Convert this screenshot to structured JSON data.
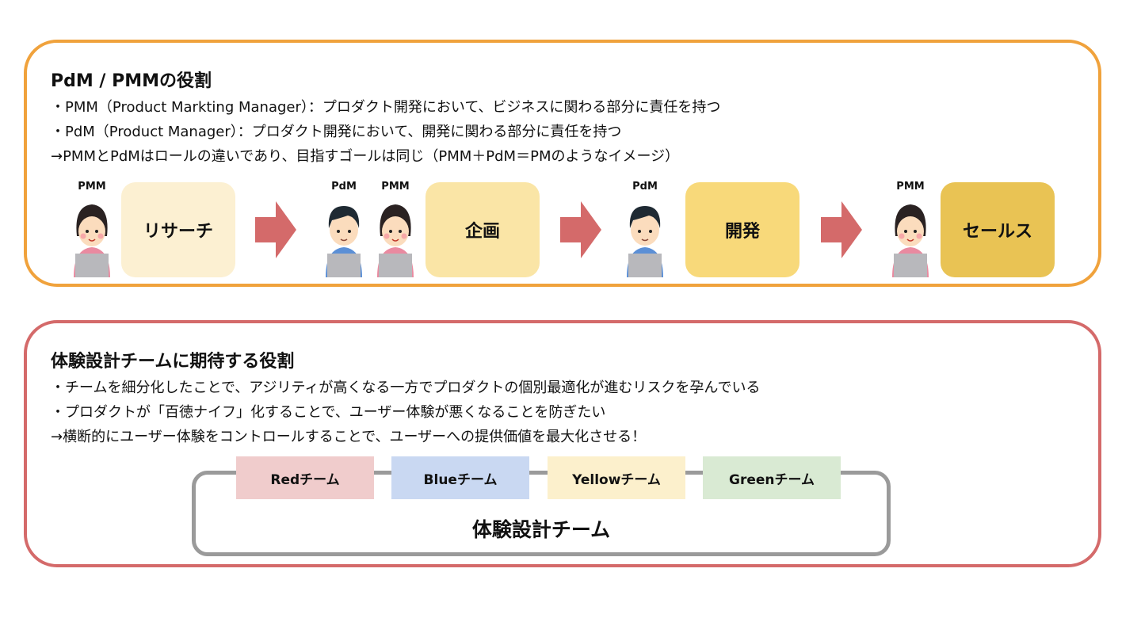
{
  "section1": {
    "title": "PdM / PMMの役割",
    "lines": [
      "・PMM（Product Markting Manager）：プロダクト開発において、ビジネスに関わる部分に責任を持つ",
      "・PdM（Product Manager）：プロダクト開発において、開発に関わる部分に責任を持つ",
      "→PMMとPdMはロールの違いであり、目指すゴールは同じ（PMM＋PdM＝PMのようなイメージ）"
    ],
    "stages": [
      {
        "label": "リサーチ",
        "roles": [
          "PMM"
        ],
        "color": "#fcf0d2"
      },
      {
        "label": "企画",
        "roles": [
          "PdM",
          "PMM"
        ],
        "color": "#fae5a6"
      },
      {
        "label": "開発",
        "roles": [
          "PdM"
        ],
        "color": "#f8d97a"
      },
      {
        "label": "セールス",
        "roles": [
          "PMM"
        ],
        "color": "#e9c354"
      }
    ],
    "arrow_color": "#d46a6a"
  },
  "section2": {
    "title": "体験設計チームに期待する役割",
    "lines": [
      "・チームを細分化したことで、アジリティが高くなる一方でプロダクトの個別最適化が進むリスクを孕んでいる",
      "・プロダクトが「百徳ナイフ」化することで、ユーザー体験が悪くなることを防ぎたい",
      "→横断的にユーザー体験をコントロールすることで、ユーザーへの提供価値を最大化させる！"
    ],
    "team_label": "体験設計チーム",
    "teams": [
      {
        "label": "Redチーム",
        "color": "#f0cccc"
      },
      {
        "label": "Blueチーム",
        "color": "#c9d8f2"
      },
      {
        "label": "Yellowチーム",
        "color": "#fcf0cc"
      },
      {
        "label": "Greenチーム",
        "color": "#d9ead3"
      }
    ]
  }
}
